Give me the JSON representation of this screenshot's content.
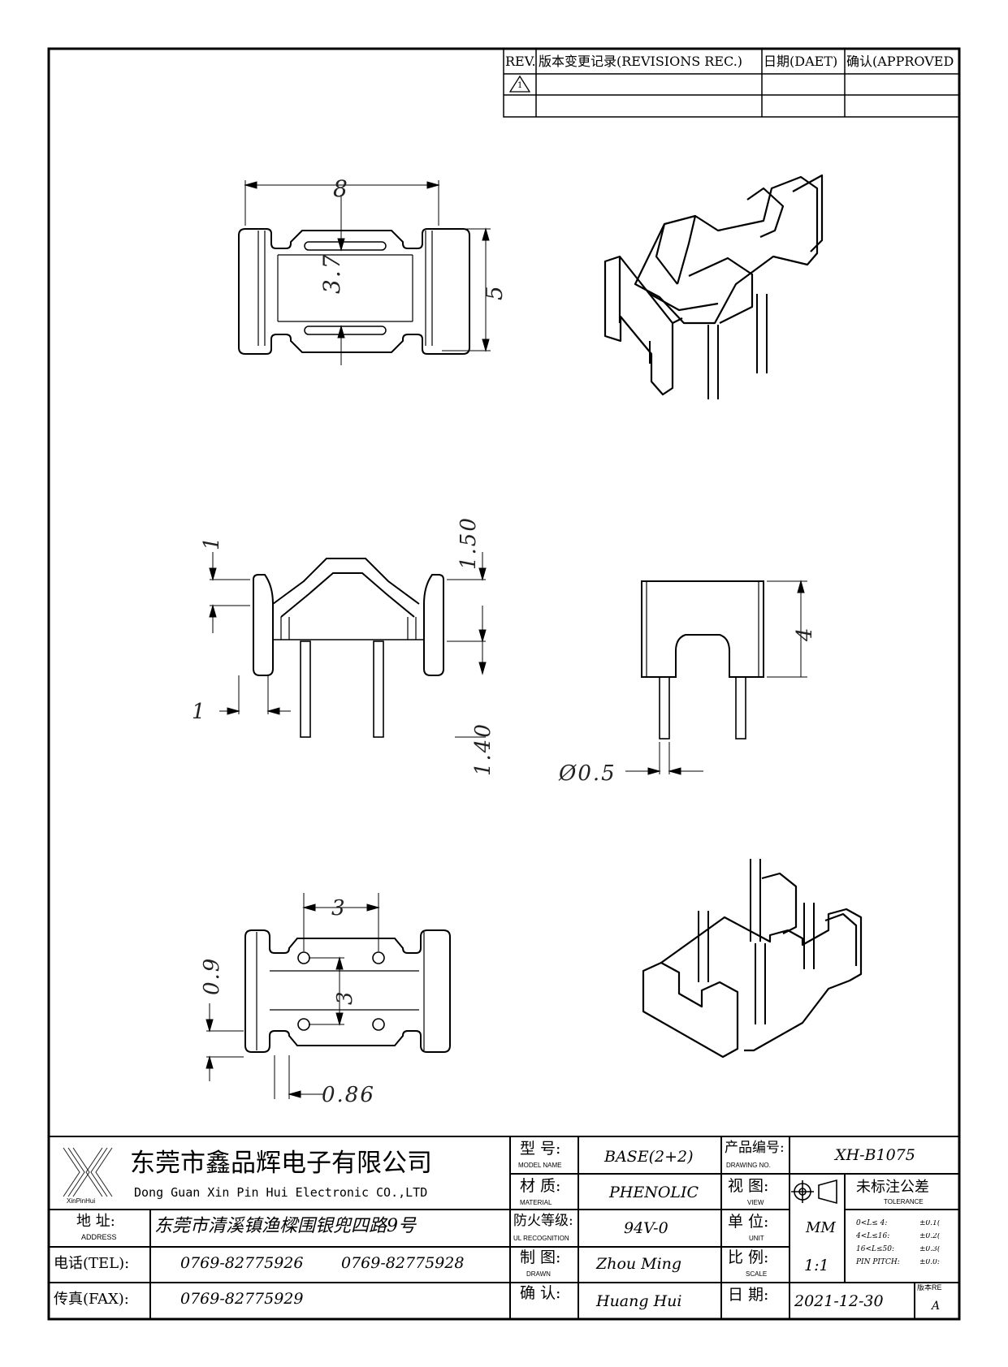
{
  "revisions": {
    "header": {
      "rev": "REV.",
      "record": "版本变更记录(REVISIONS REC.)",
      "date": "日期(DAET)",
      "approved": "确认(APPROVED"
    },
    "row1_symbol": "1"
  },
  "dimensions": {
    "top_width": "8",
    "top_inner": "3.7",
    "top_height": "5",
    "side_top": "1",
    "side_h1": "1.50",
    "side_bottom": "1",
    "side_pin": "1.40",
    "front_height": "4",
    "pin_dia": "Ø0.5",
    "bottom_pitch_x": "3",
    "bottom_pitch_y": "3",
    "bottom_09": "0.9",
    "bottom_086": "0.86"
  },
  "title_block": {
    "company_cn": "东莞市鑫品辉电子有限公司",
    "company_en": "Dong Guan Xin Pin Hui Electronic CO.,LTD",
    "logo_text": "XinPinHui",
    "address_label": "地 址:",
    "address_label_en": "ADDRESS",
    "address": "东莞市清溪镇渔樑围银兜四路9号",
    "tel_label": "电话(TEL):",
    "tel1": "0769-82775926",
    "tel2": "0769-82775928",
    "fax_label": "传真(FAX):",
    "fax": "0769-82775929",
    "model_label": "型 号:",
    "model_label_en": "MODEL NAME",
    "model": "BASE(2+2)",
    "material_label": "材 质:",
    "material_label_en": "MATERIAL",
    "material": "PHENOLIC",
    "ul_label": "防火等级:",
    "ul_label_en": "UL RECOGNITION",
    "ul": "94V-0",
    "drawn_label": "制 图:",
    "drawn_label_en": "DRAWN",
    "drawn": "Zhou Ming",
    "check_label": "确 认:",
    "check": "Huang Hui",
    "drawing_no_label": "产品编号:",
    "drawing_no_label_en": "DRAWING NO.",
    "drawing_no": "XH-B1075",
    "view_label": "视 图:",
    "view_label_en": "VIEW",
    "unit_label": "单 位:",
    "unit_label_en": "UNIT",
    "unit": "MM",
    "scale_label": "比 例:",
    "scale_label_en": "SCALE",
    "scale": "1:1",
    "date_label": "日 期:",
    "date": "2021-12-30",
    "version_label": "版本RE",
    "version": "A",
    "tolerance_label": "未标注公差",
    "tolerance_label_en": "TOLERANCE",
    "tol_rows": [
      {
        "range": "0<L≤ 4:",
        "value": "±0.1("
      },
      {
        "range": "4<L≤16:",
        "value": "±0.2("
      },
      {
        "range": "16<L≤50:",
        "value": "±0.3("
      },
      {
        "range": "PIN PITCH:",
        "value": "±0.0:"
      }
    ]
  }
}
